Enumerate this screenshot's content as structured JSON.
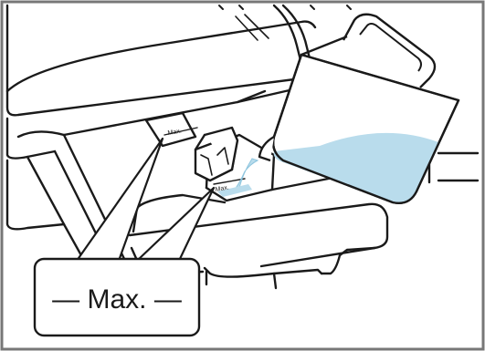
{
  "callout": {
    "label": "— Max. —"
  },
  "markers": {
    "left_label": "Max.",
    "right_label": "Max."
  },
  "colors": {
    "line": "#1a1a1a",
    "frame": "#777777",
    "liquid": "#b9dcec",
    "liquid_edge": "#8ec5de",
    "background": "#ffffff"
  }
}
